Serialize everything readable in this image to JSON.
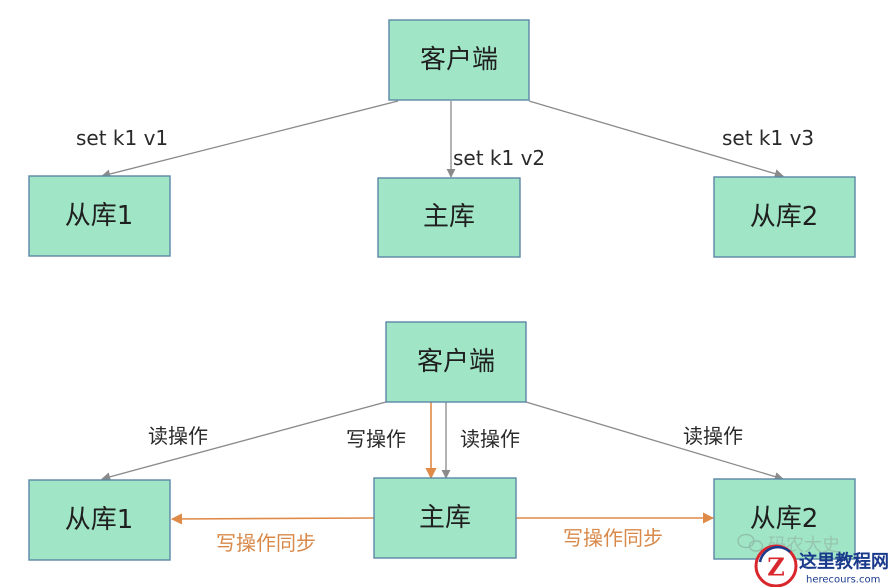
{
  "colors": {
    "node_fill": "#9fe5c6",
    "node_stroke": "#5b87a6",
    "gray_edge": "#8a8a8a",
    "orange_edge": "#e08a48",
    "orange_text": "#d8894a",
    "watermark_red": "#d9272e",
    "watermark_blue": "#1a3a8c"
  },
  "top": {
    "client": "客户端",
    "replica1": "从库1",
    "master": "主库",
    "replica2": "从库2",
    "label_left": "set k1 v1",
    "label_mid": "set k1 v2",
    "label_right": "set k1 v3"
  },
  "bottom": {
    "client": "客户端",
    "replica1": "从库1",
    "master": "主库",
    "replica2": "从库2",
    "read_left": "读操作",
    "write_mid": "写操作",
    "read_mid": "读操作",
    "read_right": "读操作",
    "sync_left": "写操作同步",
    "sync_right": "写操作同步"
  },
  "watermark": {
    "title": "这里教程网",
    "url": "herecours.com",
    "faded": "码农大史",
    "logo_letter": "Z",
    "icon": "wechat-icon"
  }
}
